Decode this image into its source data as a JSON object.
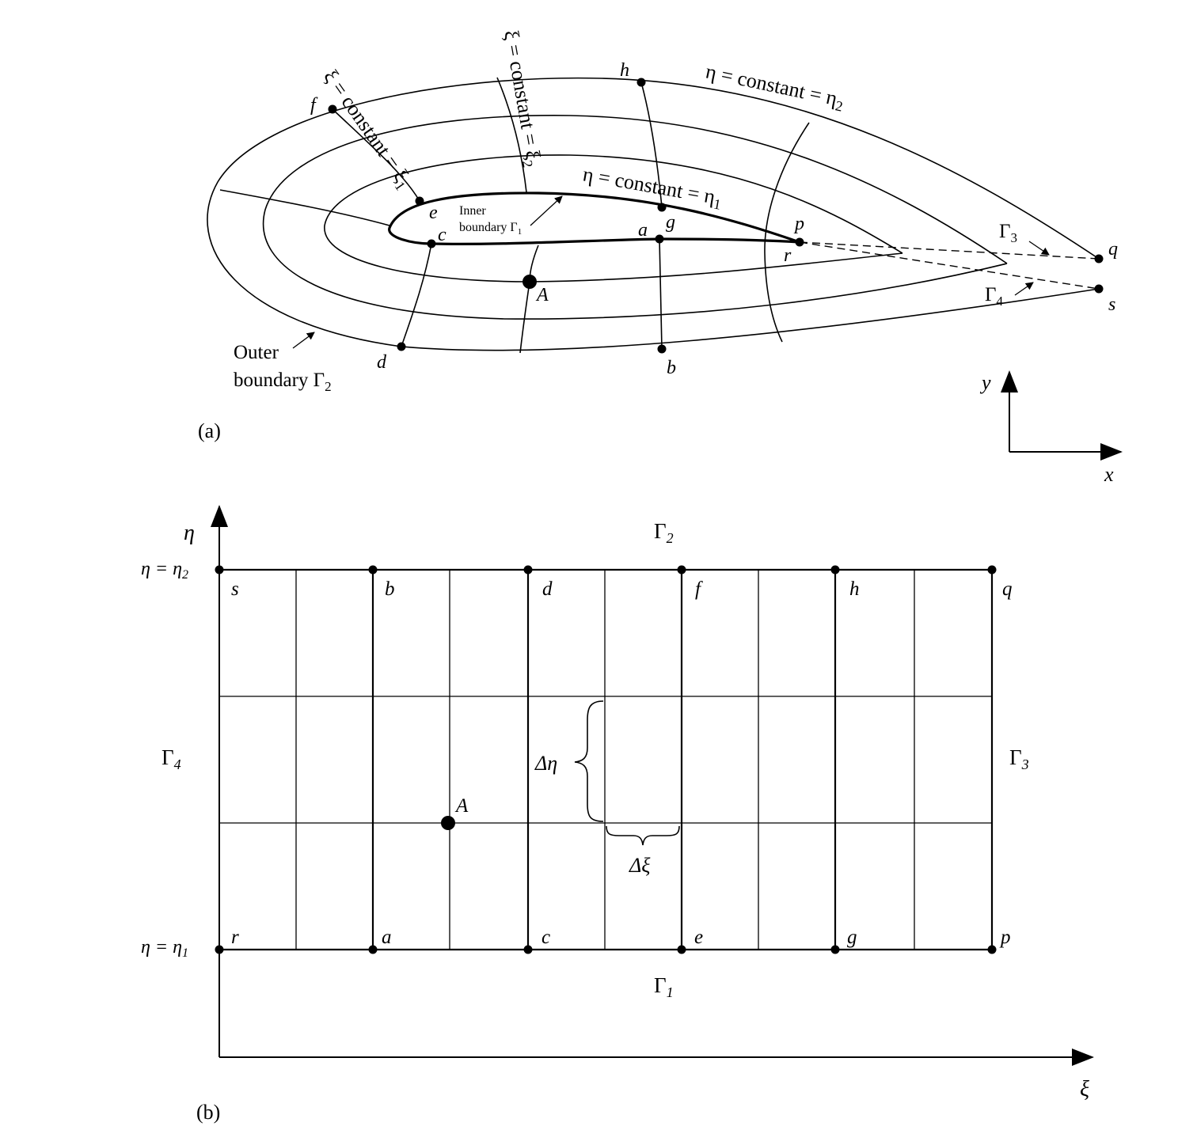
{
  "panel_a": {
    "label": "(a)",
    "xi1": {
      "text": "ξ = constant = ξ",
      "sub": "1"
    },
    "xi2": {
      "text": "ξ = constant = ξ",
      "sub": "2"
    },
    "eta2": {
      "text": "η = constant = η",
      "sub": "2"
    },
    "eta1": {
      "text": "η = constant = η",
      "sub": "1"
    },
    "inner_line1": "Inner",
    "inner_line2": "boundary Γ",
    "inner_sub": "1",
    "outer_line1": "Outer",
    "outer_line2": "boundary Γ",
    "outer_sub": "2",
    "gamma3": "Γ",
    "gamma3_sub": "3",
    "gamma4": "Γ",
    "gamma4_sub": "4",
    "points": {
      "a": "a",
      "b": "b",
      "c": "c",
      "d": "d",
      "e": "e",
      "f": "f",
      "g": "g",
      "h": "h",
      "p": "p",
      "q": "q",
      "r": "r",
      "s": "s",
      "A": "A"
    },
    "axis_x": "x",
    "axis_y": "y"
  },
  "panel_b": {
    "label": "(b)",
    "axis_eta": "η",
    "axis_xi": "ξ",
    "eta2_label": "η  =  η",
    "eta2_sub": "2",
    "eta1_label": "η  =  η",
    "eta1_sub": "1",
    "gamma1": "Γ",
    "gamma1_sub": "1",
    "gamma2": "Γ",
    "gamma2_sub": "2",
    "gamma3": "Γ",
    "gamma3_sub": "3",
    "gamma4": "Γ",
    "gamma4_sub": "4",
    "top_points": [
      "s",
      "b",
      "d",
      "f",
      "h",
      "q"
    ],
    "bottom_points": [
      "r",
      "a",
      "c",
      "e",
      "g",
      "p"
    ],
    "point_A": "A",
    "delta_eta": "Δη",
    "delta_xi": "Δξ"
  }
}
